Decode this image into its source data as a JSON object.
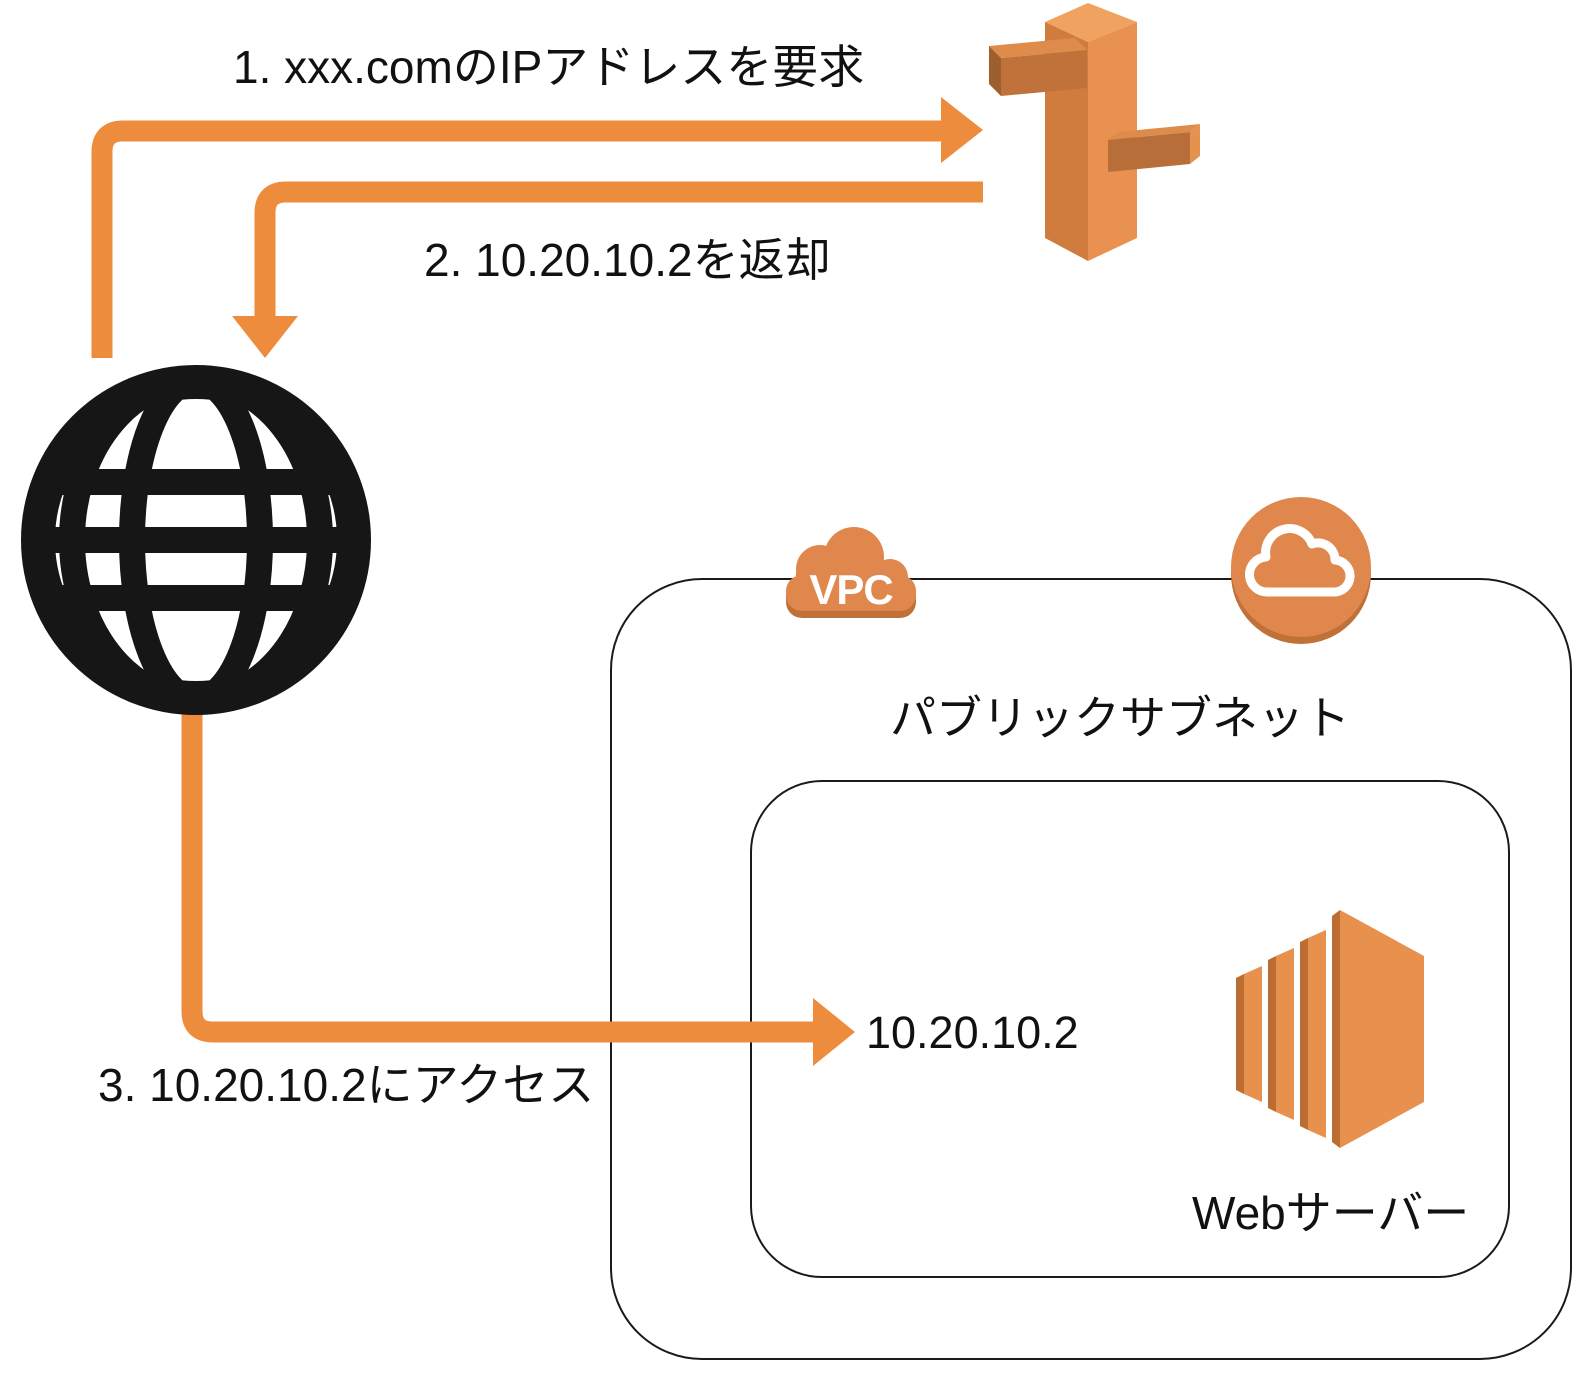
{
  "colors": {
    "arrow": "#EE8C3E",
    "icon_orange": "#E0874E",
    "icon_orange_dark": "#BF7138",
    "outline": "#1a1a1a",
    "text": "#111111"
  },
  "flow": {
    "steps": [
      {
        "label": "1. xxx.comのIPアドレスを要求"
      },
      {
        "label": "2. 10.20.10.2を返却"
      },
      {
        "label": "3. 10.20.10.2にアクセス"
      }
    ]
  },
  "nodes": {
    "internet": {
      "icon": "internet-globe"
    },
    "dns": {
      "icon": "route53-dns"
    },
    "vpc": {
      "badge": "VPC",
      "icon": "vpc-cloud-badge"
    },
    "internet_gateway": {
      "icon": "cloud-circle"
    },
    "subnet": {
      "title": "パブリックサブネット"
    },
    "web_server": {
      "ip": "10.20.10.2",
      "label": "Webサーバー",
      "icon": "ec2-instance"
    }
  }
}
